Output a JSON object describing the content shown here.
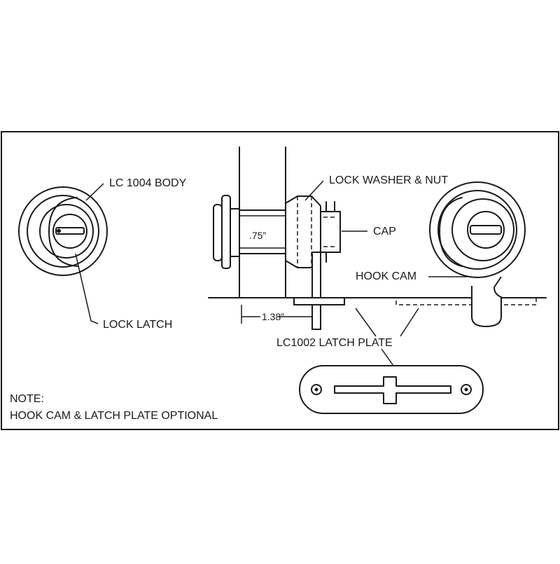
{
  "diagram": {
    "labels": {
      "body": "LC 1004 BODY",
      "lock_washer_nut": "LOCK WASHER & NUT",
      "cap": "CAP",
      "hook_cam": "HOOK CAM",
      "lock_latch": "LOCK LATCH",
      "latch_plate": "LC1002 LATCH PLATE"
    },
    "dimensions": {
      "diameter": ".75”",
      "offset": "1.38”"
    },
    "note": {
      "title": "NOTE:",
      "text": "HOOK CAM & LATCH PLATE OPTIONAL"
    }
  }
}
